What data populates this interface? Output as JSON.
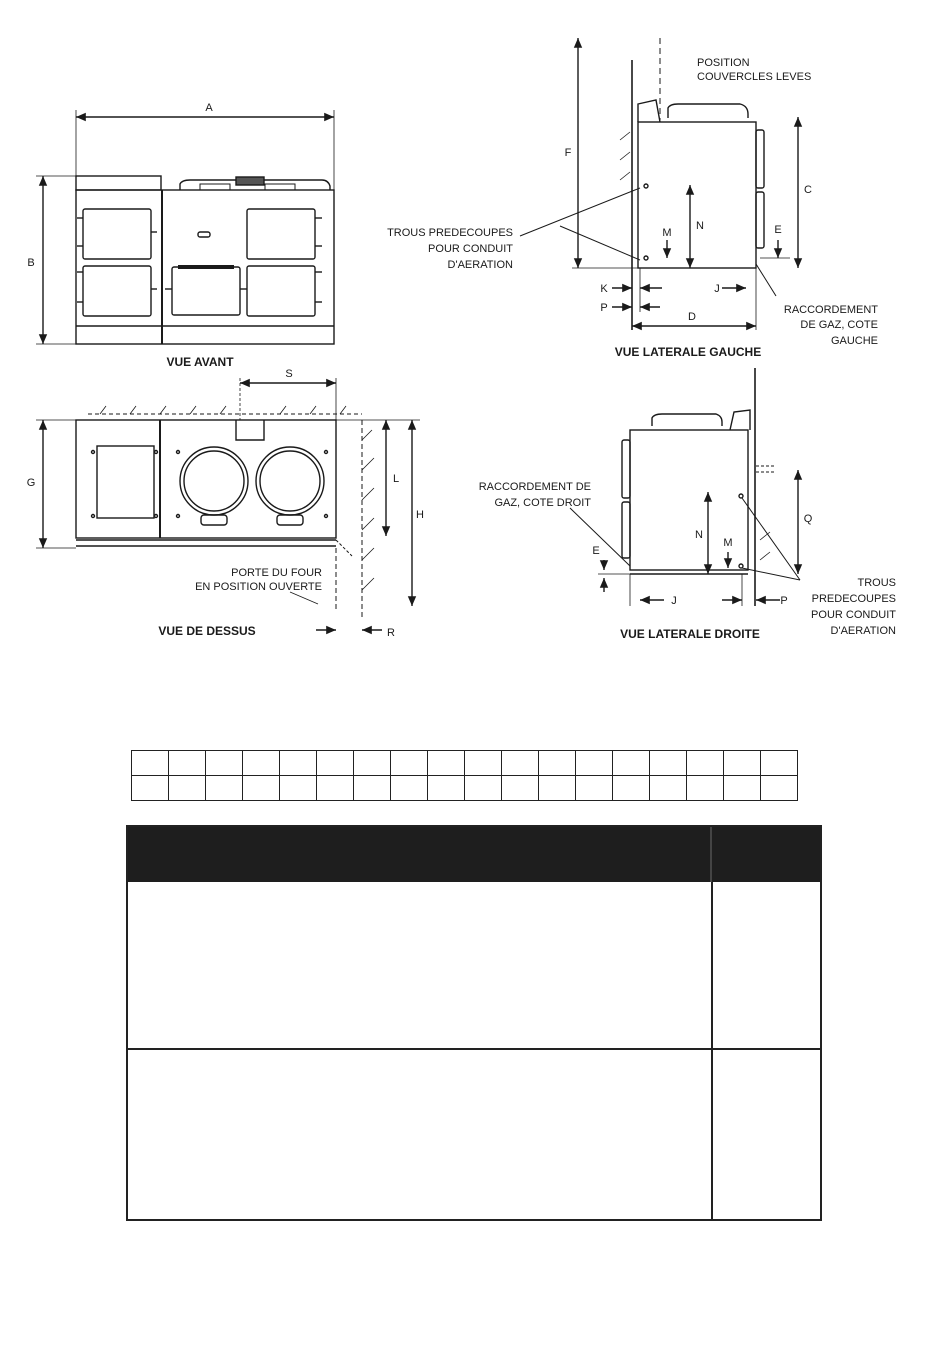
{
  "views": {
    "front": {
      "title": "VUE AVANT",
      "dim_a": "A",
      "dim_b": "B"
    },
    "top": {
      "title": "VUE DE DESSUS",
      "dim_s": "S",
      "dim_g": "G",
      "dim_l": "L",
      "dim_h": "H",
      "dim_r": "R",
      "note_line1": "PORTE DU FOUR",
      "note_line2": "EN POSITION OUVERTE"
    },
    "left": {
      "title": "VUE LATERALE GAUCHE",
      "lids_line1": "POSITION",
      "lids_line2": "COUVERCLES LEVES",
      "vents_line1": "TROUS PREDECOUPES",
      "vents_line2": "POUR CONDUIT",
      "vents_line3": "D'AERATION",
      "gas_line1": "RACCORDEMENT",
      "gas_line2": "DE GAZ, COTE",
      "gas_line3": "GAUCHE",
      "dim_f": "F",
      "dim_c": "C",
      "dim_n": "N",
      "dim_m": "M",
      "dim_e": "E",
      "dim_k": "K",
      "dim_p": "P",
      "dim_j": "J",
      "dim_d": "D"
    },
    "right": {
      "title": "VUE LATERALE DROITE",
      "gas_line1": "RACCORDEMENT DE",
      "gas_line2": "GAZ, COTE DROIT",
      "vents_line1": "TROUS",
      "vents_line2": "PREDECOUPES",
      "vents_line3": "POUR CONDUIT",
      "vents_line4": "D'AERATION",
      "dim_q": "Q",
      "dim_n": "N",
      "dim_m": "M",
      "dim_e": "E",
      "dim_j": "J",
      "dim_p": "P"
    }
  }
}
